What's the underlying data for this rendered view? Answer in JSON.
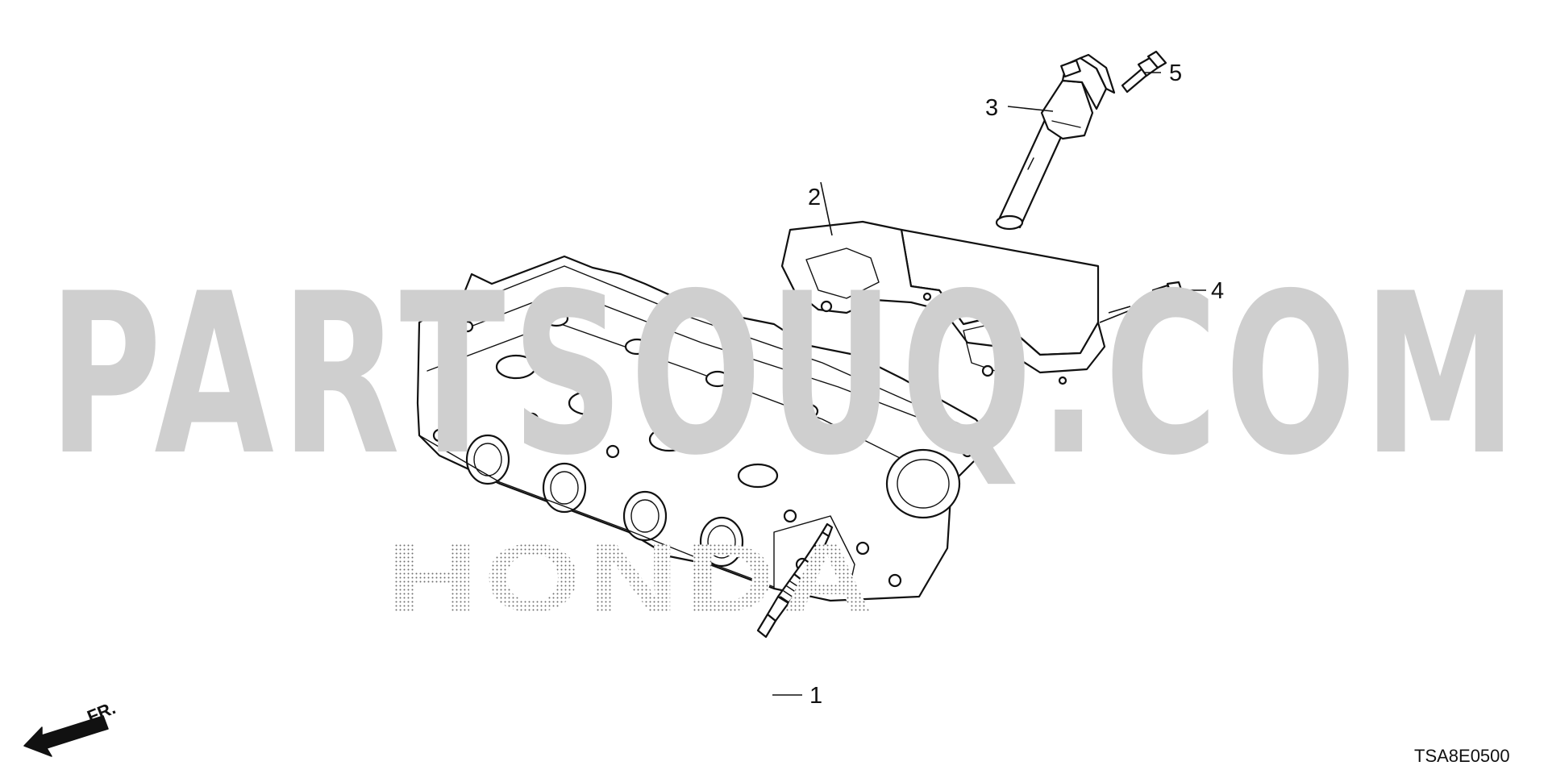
{
  "watermark": {
    "text": "PARTSOUQ.COM",
    "color": "#cfcfcf"
  },
  "brand_watermark": {
    "text": "HONDA"
  },
  "direction_indicator": {
    "label": "FR."
  },
  "diagram_code": "TSA8E0500",
  "callouts": [
    {
      "id": "spark-plug",
      "label": "1"
    },
    {
      "id": "plug-hole-cover",
      "label": "2"
    },
    {
      "id": "ignition-coil",
      "label": "3"
    },
    {
      "id": "sensor-bolt",
      "label": "4"
    },
    {
      "id": "coil-bolt",
      "label": "5"
    }
  ]
}
